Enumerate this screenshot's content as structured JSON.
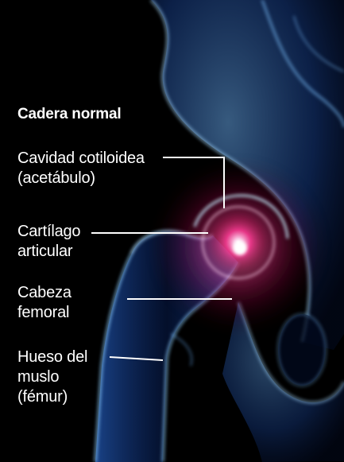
{
  "diagram": {
    "title": "Cadera normal",
    "labels": [
      {
        "id": "acetabulum",
        "lines": [
          "Cavidad cotiloidea",
          "(acetábulo)"
        ]
      },
      {
        "id": "cartilage",
        "lines": [
          "Cartílago",
          "articular"
        ]
      },
      {
        "id": "femoral-head",
        "lines": [
          "Cabeza",
          "femoral"
        ]
      },
      {
        "id": "femur",
        "lines": [
          "Hueso del",
          "muslo",
          "(fémur)"
        ]
      }
    ]
  },
  "colors": {
    "background": "#000000",
    "bone": "#2f6dd6",
    "bone_highlight": "#a9dcff",
    "inflammation": "#ff2f8e",
    "text": "#ffffff",
    "leader_lines": "#ffffff"
  }
}
